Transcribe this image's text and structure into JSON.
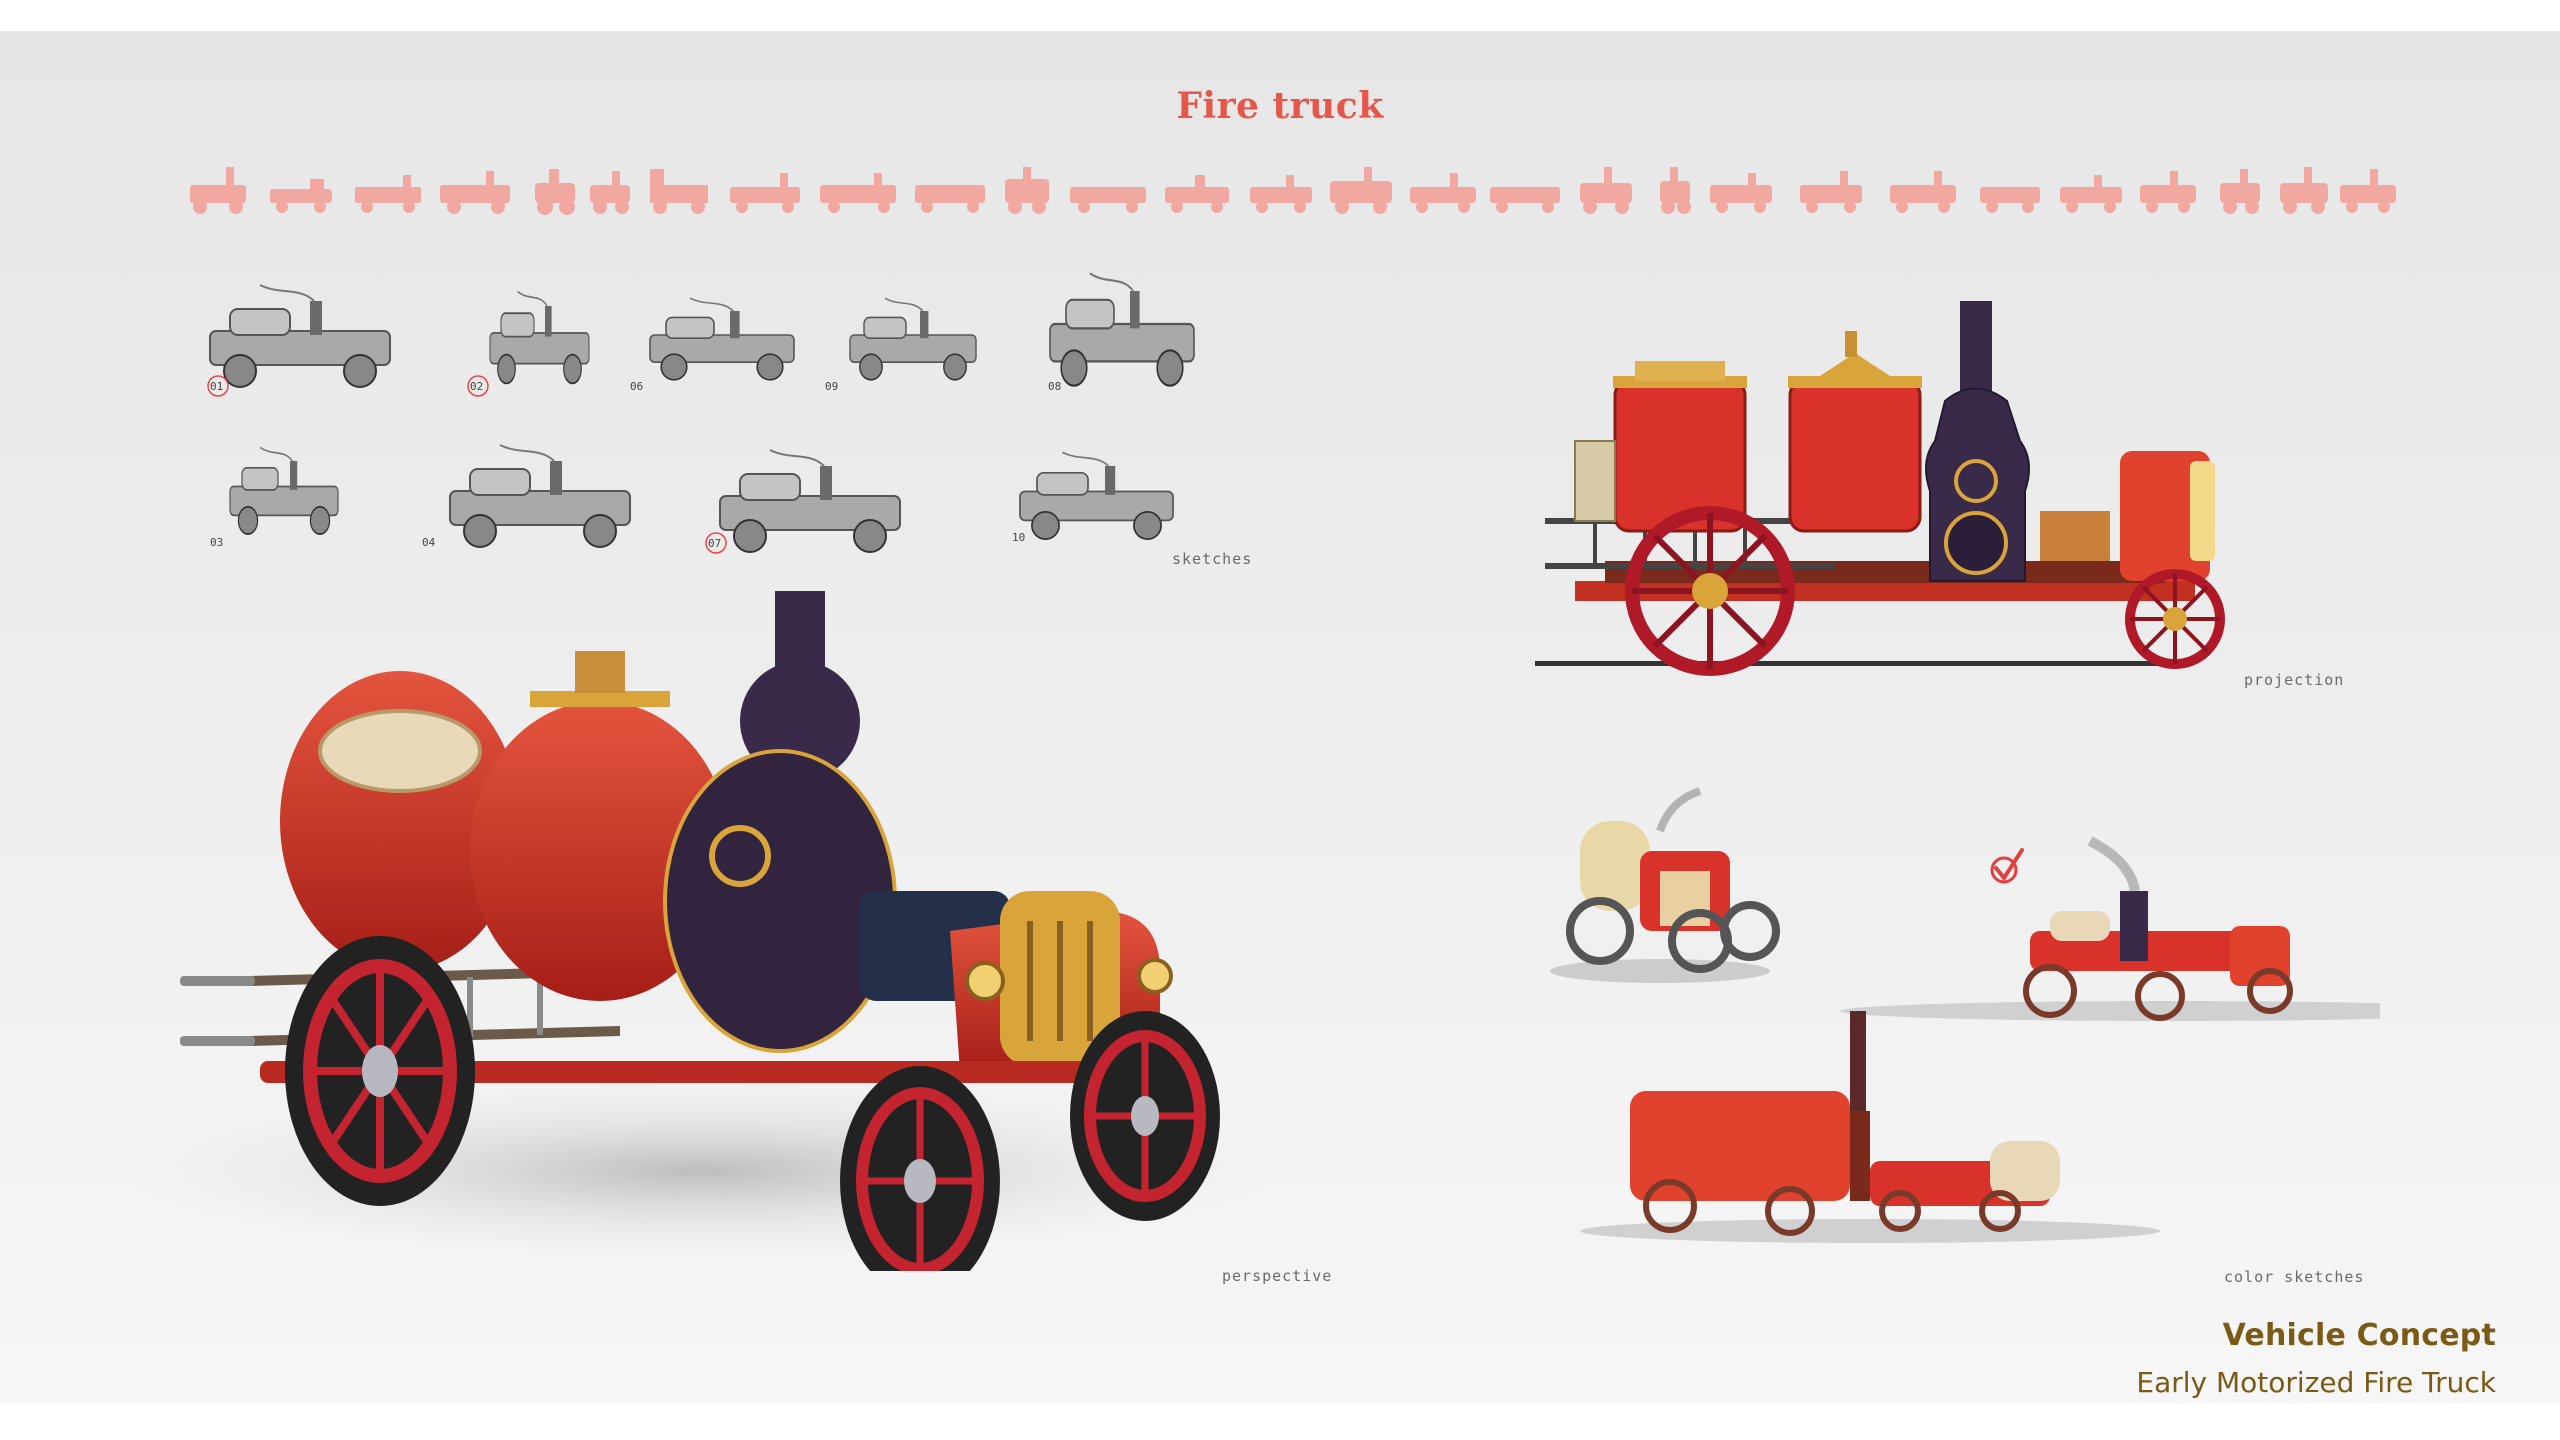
{
  "board": {
    "title": "Fire truck",
    "captions": {
      "sketches": "sketches",
      "projection": "projection",
      "perspective": "perspective",
      "color_sketches": "color sketches"
    },
    "footer": {
      "title": "Vehicle Concept",
      "subtitle": "Early Motorized Fire Truck"
    },
    "sketch_numbers": [
      "01",
      "02",
      "06",
      "09",
      "08",
      "03",
      "04",
      "07",
      "10"
    ],
    "colors": {
      "title_red": "#e4574a",
      "thumb_red": "#f0a8a0",
      "truck_red": "#d8322a",
      "brass": "#d9a43a",
      "boiler_purple": "#3a2a4a",
      "footer_brown": "#7a5a14"
    },
    "icons": [
      "checkmark-icon"
    ]
  }
}
